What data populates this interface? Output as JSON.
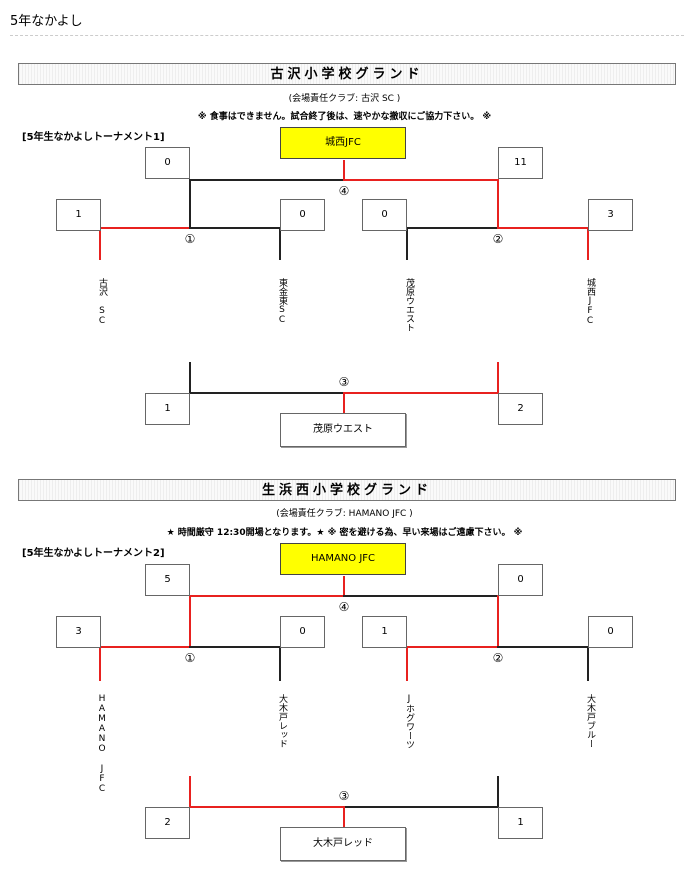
{
  "page_title": "5年なかよし",
  "tournaments": [
    {
      "venue": "古沢小学校グランド",
      "manager": "(会場責任クラブ: 古沢 SC )",
      "notice": "※ 食事はできません。試合終了後は、速やかな撤収にご協力下さい。 ※",
      "label": "[5年生なかよしトーナメント1]",
      "winner": "城西JFC",
      "third_place": "茂原ウエスト",
      "final_left": "0",
      "final_right": "11",
      "semi1_left": "1",
      "semi1_right": "0",
      "semi2_left": "0",
      "semi2_right": "3",
      "third_left": "1",
      "third_right": "2",
      "match_final": "④",
      "match_semi1": "①",
      "match_semi2": "②",
      "match_third": "③",
      "teams": [
        "古沢 SC",
        "東金東SC",
        "茂原ウエスト",
        "城西JFC"
      ]
    },
    {
      "venue": "生浜西小学校グランド",
      "manager": "(会場責任クラブ: HAMANO JFC )",
      "notice": "★ 時間厳守 12:30開場となります。★  ※ 密を避ける為、早い来場はご遠慮下さい。 ※",
      "label": "[5年生なかよしトーナメント2]",
      "winner": "HAMANO JFC",
      "third_place": "大木戸レッド",
      "final_left": "5",
      "final_right": "0",
      "semi1_left": "3",
      "semi1_right": "0",
      "semi2_left": "1",
      "semi2_right": "0",
      "third_left": "2",
      "third_right": "1",
      "match_final": "④",
      "match_semi1": "①",
      "match_semi2": "②",
      "match_third": "③",
      "teams": [
        "HAMANO JFC",
        "大木戸レッド",
        "Jホグワーツ",
        "大木戸ブルー"
      ]
    }
  ]
}
